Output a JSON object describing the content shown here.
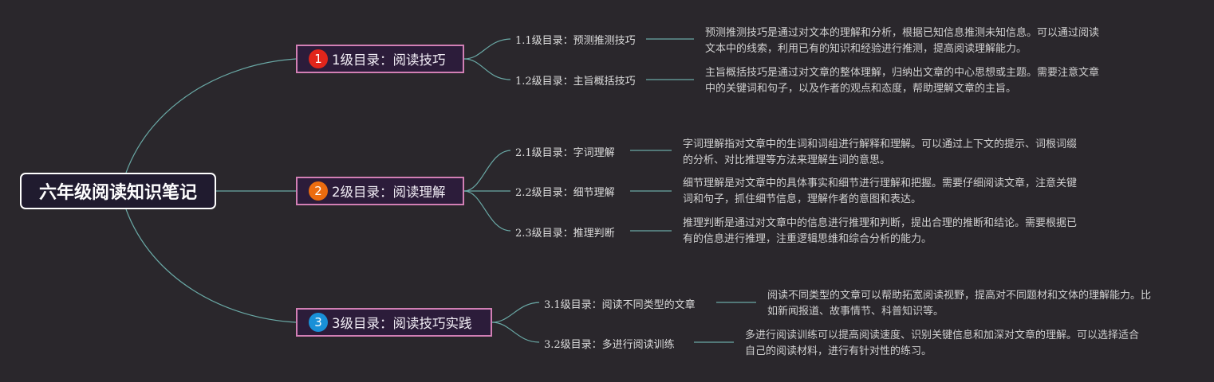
{
  "colors": {
    "background": "#2a272c",
    "link": "#6aa9a6",
    "branch_border": "#d27fb5",
    "root_border": "#ffffff"
  },
  "root": {
    "label": "六年级阅读知识笔记"
  },
  "branches": [
    {
      "badge": "1",
      "badge_color": "#e1251b",
      "label": "1级目录：阅读技巧",
      "children": [
        {
          "label": "1.1级目录：预测推测技巧",
          "desc": "预测推测技巧是通过对文本的理解和分析，根据已知信息推测未知信息。可以通过阅读文本中的线索，利用已有的知识和经验进行推测，提高阅读理解能力。"
        },
        {
          "label": "1.2级目录：主旨概括技巧",
          "desc": "主旨概括技巧是通过对文章的整体理解，归纳出文章的中心思想或主题。需要注意文章中的关键词和句子，以及作者的观点和态度，帮助理解文章的主旨。"
        }
      ]
    },
    {
      "badge": "2",
      "badge_color": "#ec6c0f",
      "label": "2级目录：阅读理解",
      "children": [
        {
          "label": "2.1级目录：字词理解",
          "desc": "字词理解指对文章中的生词和词组进行解释和理解。可以通过上下文的提示、词根词缀的分析、对比推理等方法来理解生词的意思。"
        },
        {
          "label": "2.2级目录：细节理解",
          "desc": "细节理解是对文章中的具体事实和细节进行理解和把握。需要仔细阅读文章，注意关键词和句子，抓住细节信息，理解作者的意图和表达。"
        },
        {
          "label": "2.3级目录：推理判断",
          "desc": "推理判断是通过对文章中的信息进行推理和判断，提出合理的推断和结论。需要根据已有的信息进行推理，注重逻辑思维和综合分析的能力。"
        }
      ]
    },
    {
      "badge": "3",
      "badge_color": "#1990d8",
      "label": "3级目录：阅读技巧实践",
      "children": [
        {
          "label": "3.1级目录：阅读不同类型的文章",
          "desc": "阅读不同类型的文章可以帮助拓宽阅读视野，提高对不同题材和文体的理解能力。比如新闻报道、故事情节、科普知识等。"
        },
        {
          "label": "3.2级目录：多进行阅读训练",
          "desc": "多进行阅读训练可以提高阅读速度、识别关键信息和加深对文章的理解。可以选择适合自己的阅读材料，进行有针对性的练习。"
        }
      ]
    }
  ]
}
